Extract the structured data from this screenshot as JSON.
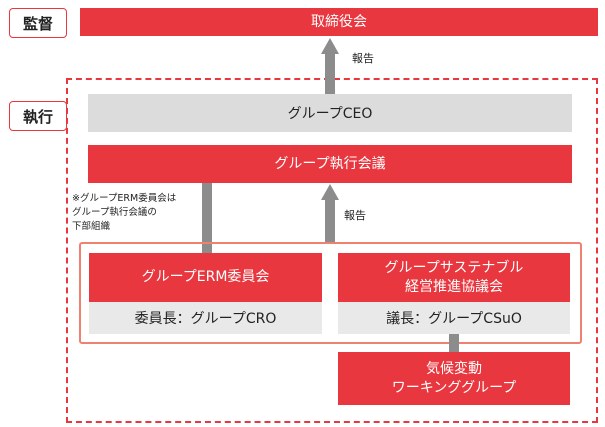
{
  "labels": {
    "supervision": "監督",
    "execution": "執行"
  },
  "nodes": {
    "board": "取締役会",
    "group_ceo": "グループCEO",
    "exec_council": "グループ執行会議",
    "erm_committee": "グループERM委員会",
    "erm_chair": "委員長：グループCRO",
    "sustain_council": "グループサステナブル\n経営推進協議会",
    "sustain_chair": "議長：グループCSuO",
    "climate_wg": "気候変動\nワーキンググループ"
  },
  "arrows": {
    "report_to_board": "報告",
    "report_to_exec": "報告"
  },
  "note": "※グループERM委員会は\nグループ執行会議の\n下部組織",
  "colors": {
    "accent_red": "#e8373f",
    "grey_box": "#dcdcdc",
    "arrow_grey": "#8c8c8c",
    "frame_salmon": "#f0806f"
  }
}
